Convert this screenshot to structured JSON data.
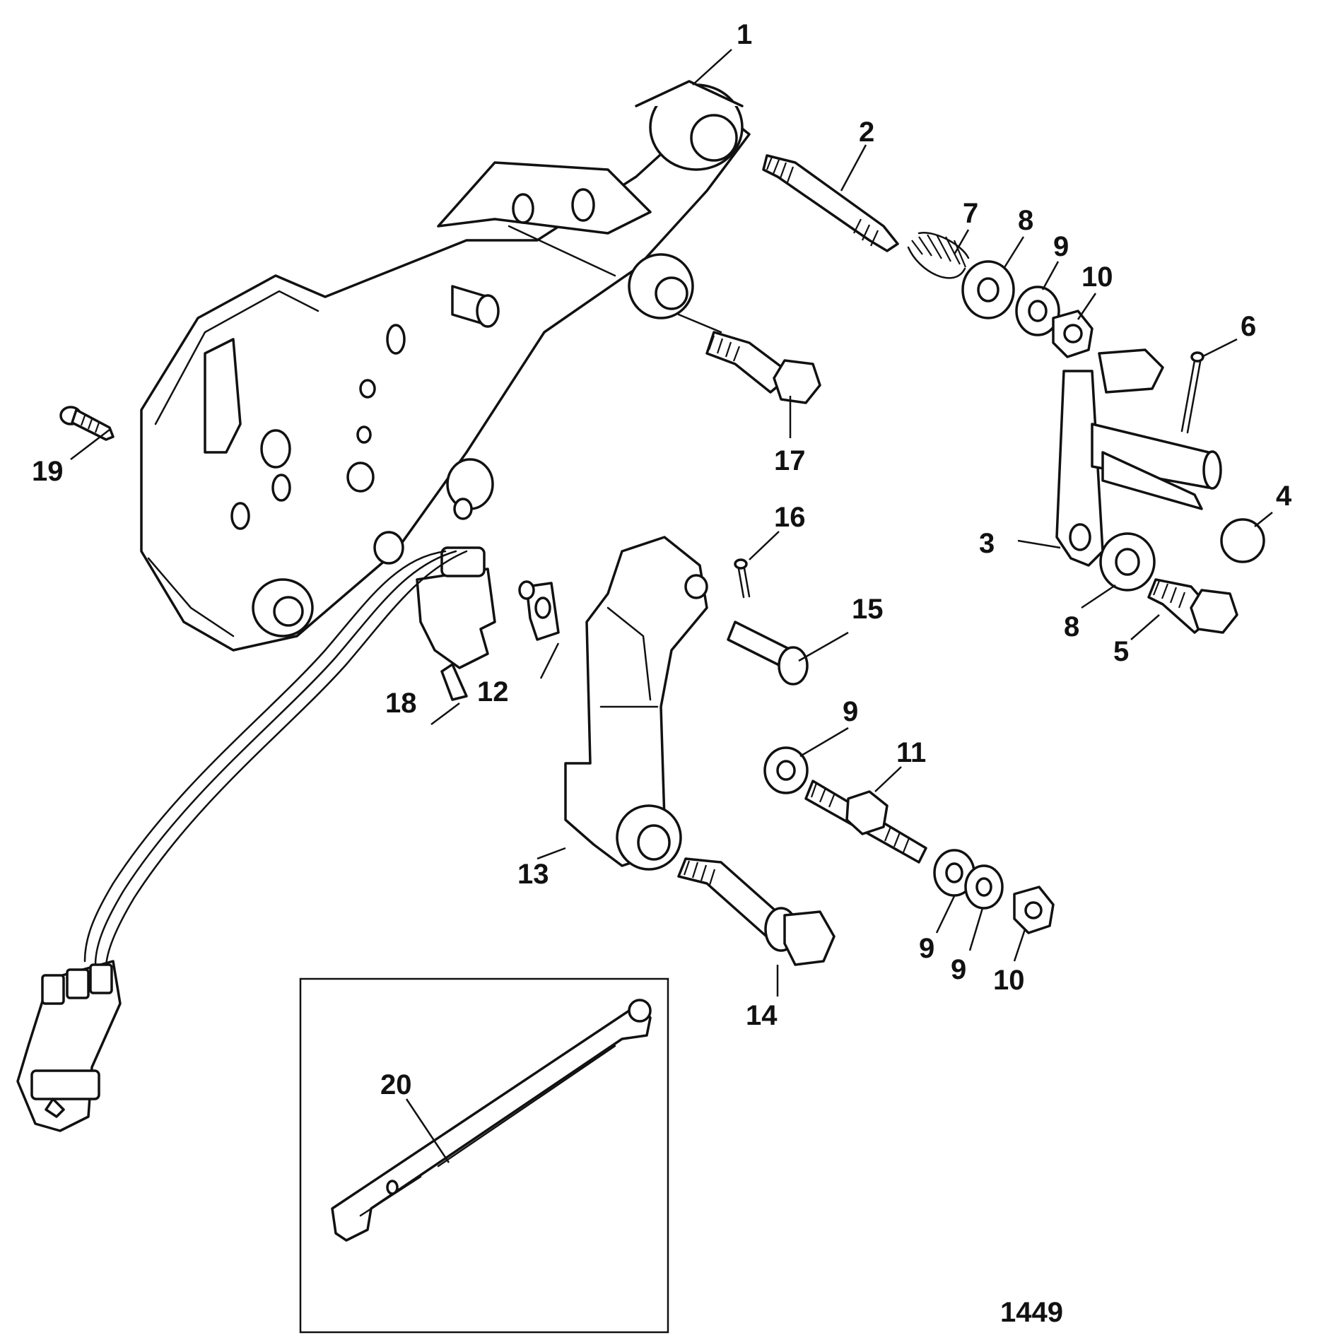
{
  "figure": {
    "number": "1449",
    "callouts": [
      {
        "id": "c1",
        "label": "1"
      },
      {
        "id": "c2",
        "label": "2"
      },
      {
        "id": "c3",
        "label": "3"
      },
      {
        "id": "c4",
        "label": "4"
      },
      {
        "id": "c5",
        "label": "5"
      },
      {
        "id": "c6",
        "label": "6"
      },
      {
        "id": "c7",
        "label": "7"
      },
      {
        "id": "c8a",
        "label": "8"
      },
      {
        "id": "c8b",
        "label": "8"
      },
      {
        "id": "c9a",
        "label": "9"
      },
      {
        "id": "c9b",
        "label": "9"
      },
      {
        "id": "c9c",
        "label": "9"
      },
      {
        "id": "c9d",
        "label": "9"
      },
      {
        "id": "c10a",
        "label": "10"
      },
      {
        "id": "c10b",
        "label": "10"
      },
      {
        "id": "c11",
        "label": "11"
      },
      {
        "id": "c12",
        "label": "12"
      },
      {
        "id": "c13",
        "label": "13"
      },
      {
        "id": "c14",
        "label": "14"
      },
      {
        "id": "c15",
        "label": "15"
      },
      {
        "id": "c16",
        "label": "16"
      },
      {
        "id": "c17",
        "label": "17"
      },
      {
        "id": "c18",
        "label": "18"
      },
      {
        "id": "c19",
        "label": "19"
      },
      {
        "id": "c20",
        "label": "20"
      }
    ]
  }
}
